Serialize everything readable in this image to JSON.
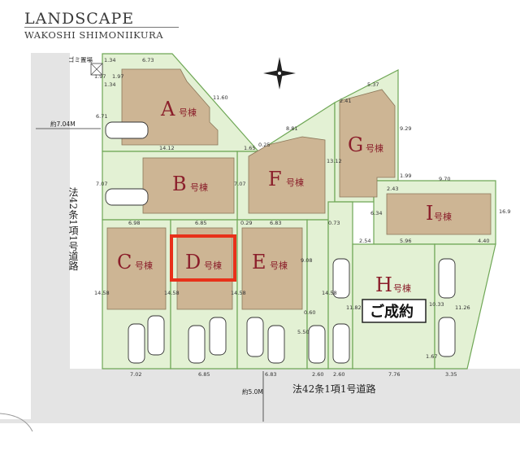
{
  "header": {
    "title": "LANDSCAPE",
    "subtitle": "WAKOSHI SHIMONIIKURA"
  },
  "units": [
    {
      "letter": "A",
      "suffix": "号棟"
    },
    {
      "letter": "B",
      "suffix": "号棟"
    },
    {
      "letter": "C",
      "suffix": "号棟"
    },
    {
      "letter": "D",
      "suffix": "号棟"
    },
    {
      "letter": "E",
      "suffix": "号棟"
    },
    {
      "letter": "F",
      "suffix": "号棟"
    },
    {
      "letter": "G",
      "suffix": "号棟"
    },
    {
      "letter": "H",
      "suffix": "号棟"
    },
    {
      "letter": "I",
      "suffix": "号棟"
    }
  ],
  "highlighted_unit": "D",
  "sold_badge": "ご成約",
  "garbage_label": "ゴミ置場",
  "roads": {
    "west_label": "法42条1項1号道路",
    "west_width": "約7.04M",
    "south_label": "法42条1項1号道路",
    "south_width": "約5.0M"
  },
  "dimensions": [
    "1.34",
    "6.73",
    "1.97",
    "1.97",
    "1.34",
    "11.60",
    "6.71",
    "14.12",
    "1.65",
    "0.25",
    "8.81",
    "2.41",
    "5.37",
    "9.29",
    "13.12",
    "7.07",
    "7.07",
    "1.99",
    "9.70",
    "2.43",
    "6.34",
    "16.9",
    "6.98",
    "6.85",
    "0.29",
    "6.83",
    "0.73",
    "2.54",
    "5.96",
    "4.40",
    "14.58",
    "14.58",
    "14.58",
    "9.08",
    "14.58",
    "11.82",
    "10.33",
    "11.26",
    "0.60",
    "5.50",
    "1.67",
    "7.02",
    "6.85",
    "6.83",
    "2.60",
    "2.60",
    "7.76",
    "3.35"
  ],
  "colors": {
    "lot_green": "#e3f1d4",
    "lot_border": "#6fa756",
    "building": "#cdb594",
    "building_border": "#8a7659",
    "road": "#e4e4e4",
    "letter": "#8b1f2b",
    "highlight": "#e8311a"
  }
}
